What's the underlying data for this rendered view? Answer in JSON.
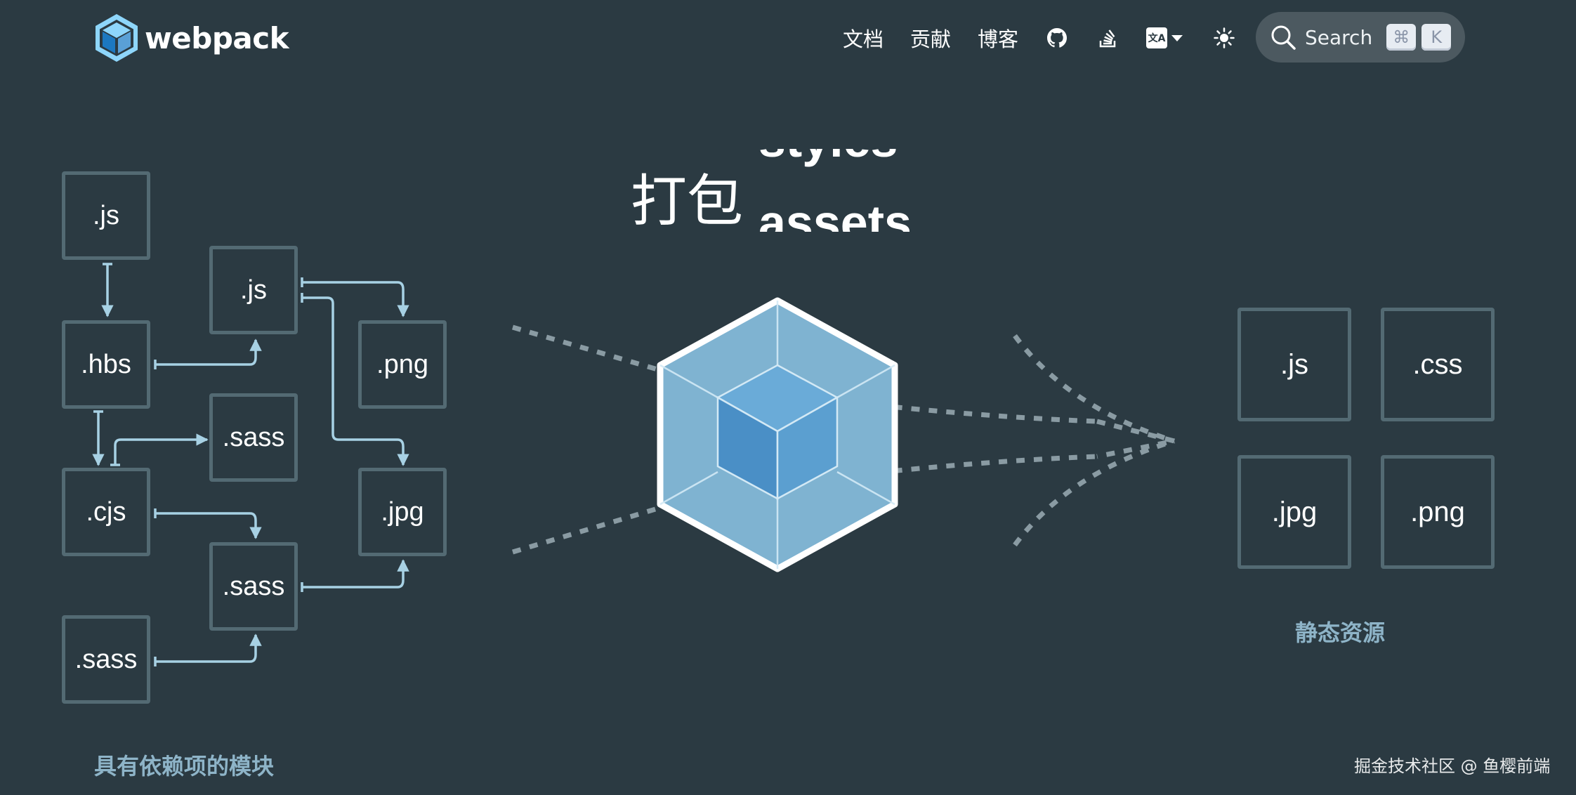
{
  "brand": {
    "name": "webpack"
  },
  "nav": {
    "links": [
      "文档",
      "贡献",
      "博客"
    ],
    "lang_badge": "文A",
    "search_label": "Search",
    "shortcut_keys": [
      "⌘",
      "K"
    ]
  },
  "hero": {
    "title": "打包",
    "rotating_words": [
      "styles",
      "assets"
    ]
  },
  "modules": [
    {
      "label": ".js"
    },
    {
      "label": ".hbs"
    },
    {
      "label": ".cjs"
    },
    {
      "label": ".sass"
    },
    {
      "label": ".js"
    },
    {
      "label": ".sass"
    },
    {
      "label": ".sass"
    },
    {
      "label": ".png"
    },
    {
      "label": ".jpg"
    }
  ],
  "outputs": [
    {
      "label": ".js"
    },
    {
      "label": ".css"
    },
    {
      "label": ".jpg"
    },
    {
      "label": ".png"
    }
  ],
  "captions": {
    "modules": "具有依赖项的模块",
    "outputs": "静态资源"
  },
  "watermark": "掘金技术社区 @ 鱼樱前端",
  "colors": {
    "background": "#2b3a42",
    "box_border": "#536a73",
    "arrow": "#a7d1e4",
    "caption": "#8eb4c8",
    "cube_outer": "#8ed6fb",
    "cube_inner": "#1c78c0"
  },
  "icons": [
    "webpack-logo-icon",
    "github-icon",
    "stackoverflow-icon",
    "translate-icon",
    "chevron-down-icon",
    "sun-icon",
    "search-icon"
  ]
}
